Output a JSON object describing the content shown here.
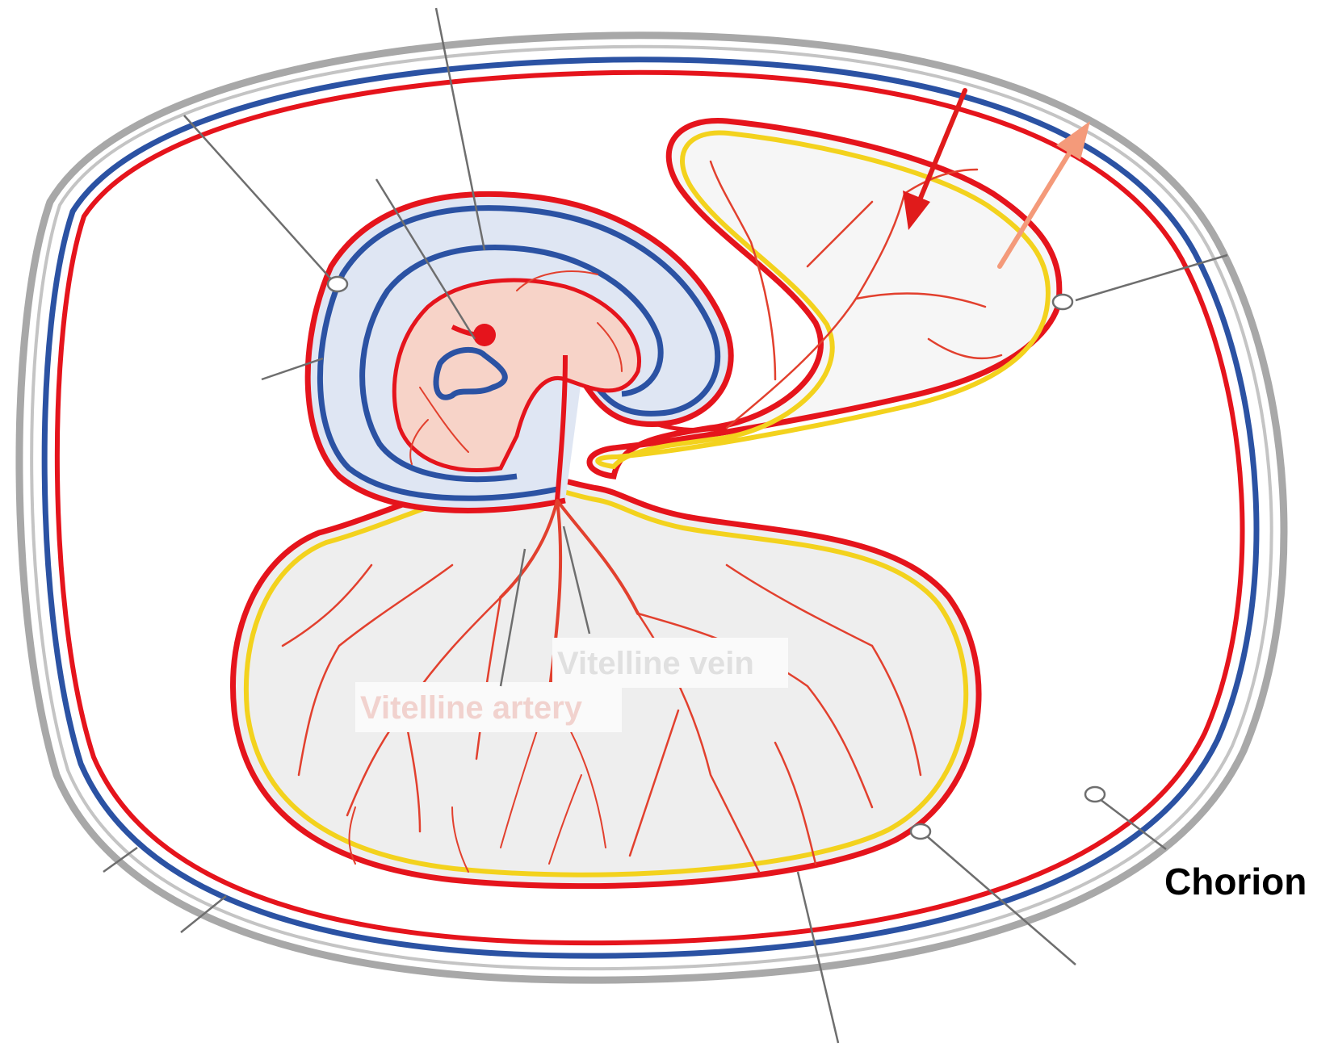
{
  "labels": {
    "chorion": "Chorion",
    "faded_vitelline_vein": "Vitelline vein",
    "faded_vitelline_artery": "Vitelline artery"
  },
  "colors": {
    "shell": "#a8a8a8",
    "membrane_red": "#e5141c",
    "membrane_blue": "#2b52a3",
    "membrane_yellow": "#f3d21d",
    "amnion_fill": "#dfe6f3",
    "embryo_fill": "#f7d3c8",
    "yolk_fill": "#eeeeee",
    "allantois_fill": "#f6f6f6",
    "vessels": "#e2402e",
    "arrow_in": "#e01b1b",
    "arrow_out": "#f49a7a",
    "leader": "#6e6e6e"
  },
  "icons": {
    "arrow_in": "arrow-down-left-icon",
    "arrow_out": "arrow-up-right-icon"
  }
}
